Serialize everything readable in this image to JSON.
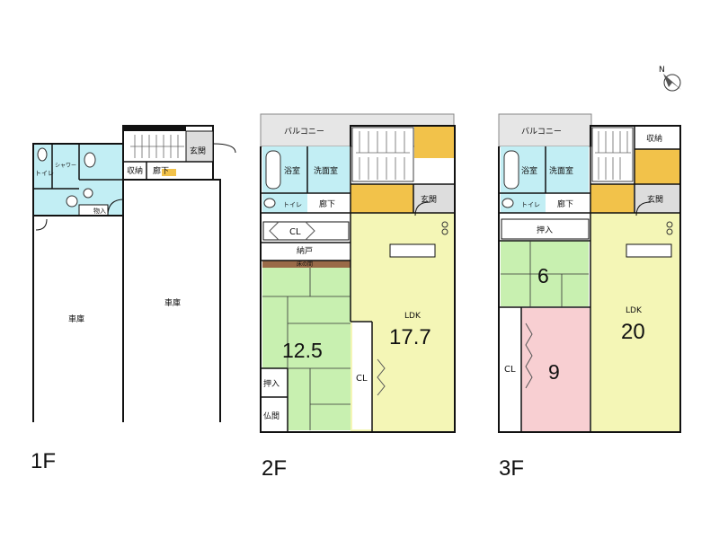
{
  "compass": {
    "north": "N"
  },
  "floors": [
    {
      "name": "1F",
      "rooms": {
        "toilet_a": "トイレ",
        "shower": "シャワー",
        "storage": "収納",
        "hall": "廊下",
        "entrance": "玄関",
        "storeroom": "物入",
        "garage_left": "車庫",
        "garage_right": "車庫"
      }
    },
    {
      "name": "2F",
      "rooms": {
        "balcony": "バルコニー",
        "bath": "浴室",
        "washroom": "洗面室",
        "toilet": "トイレ",
        "hall": "廊下",
        "entrance": "玄関",
        "closet": "CL",
        "nando": "納戸",
        "tokonoma": "床の間",
        "japanese_room_size": "12.5",
        "oshiire": "押入",
        "butsuma": "仏間",
        "ldk_label": "LDK",
        "ldk_size": "17.7",
        "ldk_closet": "CL"
      }
    },
    {
      "name": "3F",
      "rooms": {
        "balcony": "バルコニー",
        "storage": "収納",
        "bath": "浴室",
        "washroom": "洗面室",
        "toilet": "トイレ",
        "hall": "廊下",
        "entrance": "玄関",
        "oshiire": "押入",
        "japanese_room_size": "6",
        "closet": "CL",
        "western_room_size": "9",
        "ldk_label": "LDK",
        "ldk_size": "20"
      }
    }
  ],
  "colors": {
    "wall": "#111111",
    "balcony": "#e6e6e6",
    "wet_area": "#c2eef4",
    "tatami": "#c8f0b0",
    "ldk": "#f4f6b6",
    "western": "#f8cfd2",
    "stair": "#f2c24a",
    "entrance": "#dddddd"
  }
}
